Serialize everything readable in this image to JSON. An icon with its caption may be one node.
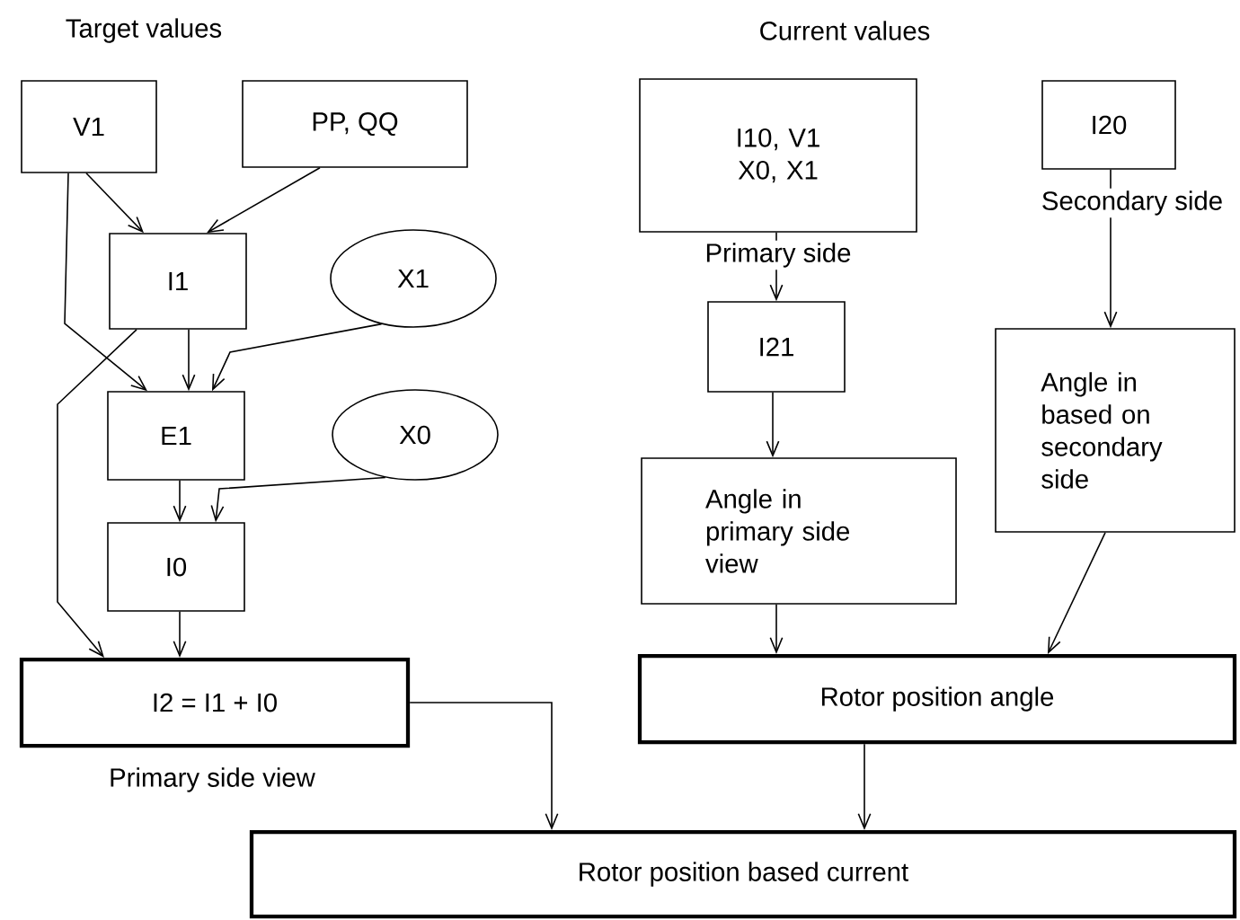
{
  "diagram": {
    "nodes": [
      {
        "text": [
          "V1"
        ]
      },
      {
        "text": [
          "PP, QQ"
        ]
      },
      {
        "text": [
          "I1"
        ]
      },
      {
        "text": [
          "X1"
        ]
      },
      {
        "text": [
          "E1"
        ]
      },
      {
        "text": [
          "X0"
        ]
      },
      {
        "text": [
          "I0"
        ]
      },
      {
        "text": [
          "I2 = I1 + I0"
        ],
        "beside": [
          "Primary side view"
        ]
      },
      {
        "text": [
          "I10, V1 X0,  X1"
        ],
        "beside": [
          "Primary side"
        ]
      },
      {
        "text": [
          "I20"
        ],
        "beside": [
          "Secondary side"
        ]
      },
      {
        "text": [
          "I21"
        ]
      },
      {
        "text": [
          "Angle in based on secondary side"
        ]
      },
      {
        "text": [
          "Angle in primary side view"
        ]
      },
      {
        "text": [
          "Rotor position angle"
        ]
      },
      {
        "text": [
          "Rotor position based current"
        ]
      }
    ],
    "edges": [
      {
        "from": 0,
        "to": 2,
        "arrow": "to"
      },
      {
        "from": 1,
        "to": 2,
        "arrow": "to"
      },
      {
        "from": 0,
        "to": 4,
        "arrow": "to"
      },
      {
        "from": 2,
        "to": 4,
        "arrow": "to"
      },
      {
        "from": 3,
        "to": 4,
        "arrow": "to"
      },
      {
        "from": 2,
        "to": 7,
        "arrow": "to"
      },
      {
        "from": 4,
        "to": 6,
        "arrow": "to"
      },
      {
        "from": 5,
        "to": 6,
        "arrow": "to"
      },
      {
        "from": 6,
        "to": 7,
        "arrow": "to"
      },
      {
        "from": 7,
        "to": 14,
        "arrow": "to"
      },
      {
        "from": 8,
        "to": 10,
        "arrow": "to"
      },
      {
        "from": 9,
        "to": 11,
        "arrow": "to"
      },
      {
        "from": 10,
        "to": 12,
        "arrow": "to"
      },
      {
        "from": 12,
        "to": 13,
        "arrow": "to"
      },
      {
        "from": 11,
        "to": 13,
        "arrow": "to"
      },
      {
        "from": 13,
        "to": 14,
        "arrow": "to"
      }
    ],
    "labels": [
      "Target values",
      "Current values"
    ]
  }
}
